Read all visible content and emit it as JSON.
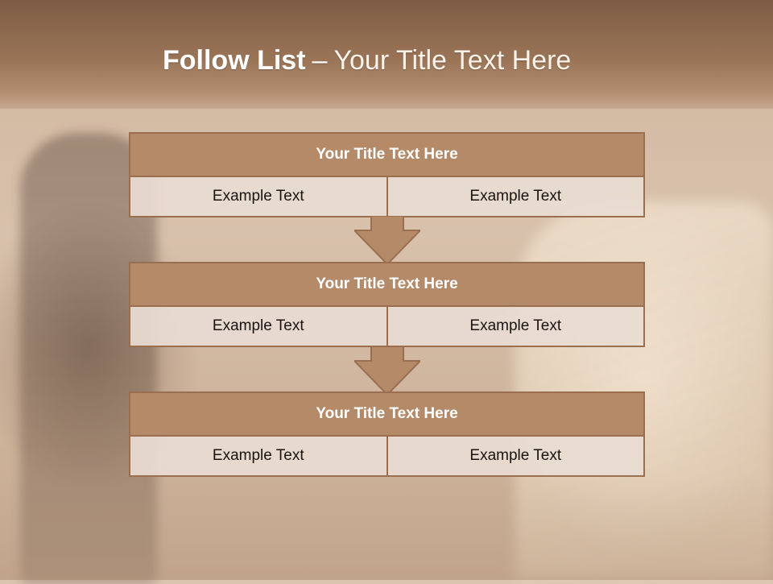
{
  "header": {
    "title_bold": "Follow List",
    "title_separator": "–",
    "title_rest": "Your Title Text Here"
  },
  "blocks": [
    {
      "title": "Your Title Text Here",
      "left": "Example Text",
      "right": "Example Text"
    },
    {
      "title": "Your Title Text Here",
      "left": "Example Text",
      "right": "Example Text"
    },
    {
      "title": "Your Title Text Here",
      "left": "Example Text",
      "right": "Example Text"
    }
  ],
  "colors": {
    "header": "#8b6a50",
    "block_title": "#b58a69",
    "border": "#9a6f50",
    "cell": "#e8dcd2",
    "arrow": "#b58a69"
  }
}
